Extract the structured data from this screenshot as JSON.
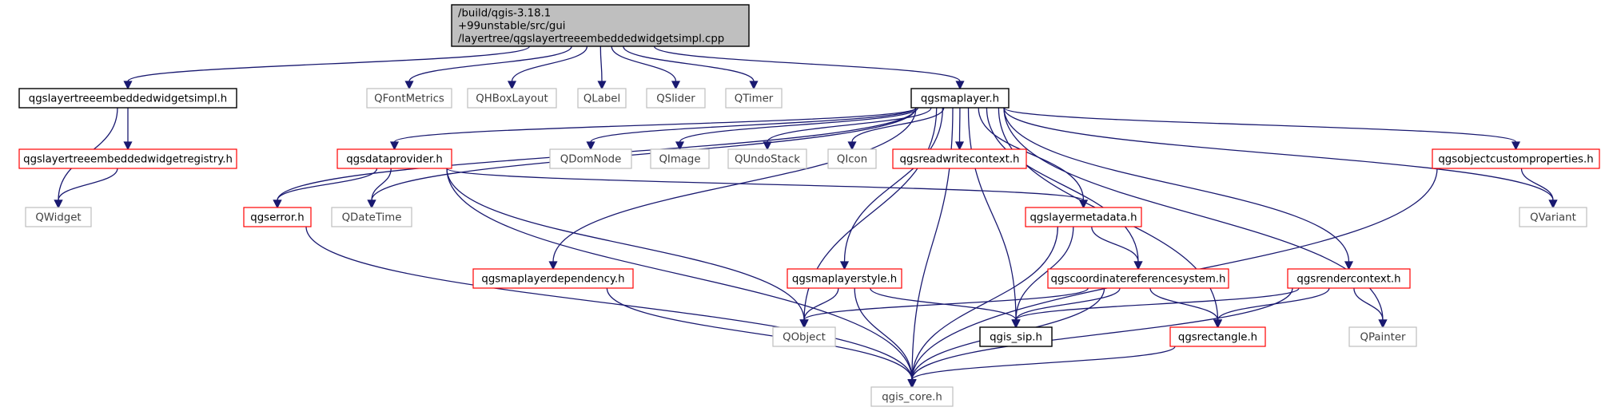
{
  "colors": {
    "edge": "#191970",
    "root_fill": "#bfbfbf",
    "border_black": "#000000",
    "border_red": "#ff0000",
    "border_gray": "#bfbfbf",
    "text_normal": "#000000",
    "text_gray": "#404040"
  },
  "nodes": [
    {
      "id": "root",
      "lines": [
        "/build/qgis-3.18.1",
        "+99unstable/src/gui",
        "/layertree/qgslayertreeembeddedwidgetsimpl.cpp"
      ],
      "style": "root"
    },
    {
      "id": "impl_h",
      "lines": [
        "qgslayertreeembeddedwidgetsimpl.h"
      ],
      "style": "black"
    },
    {
      "id": "QFontMetrics",
      "lines": [
        "QFontMetrics"
      ],
      "style": "gray"
    },
    {
      "id": "QHBoxLayout",
      "lines": [
        "QHBoxLayout"
      ],
      "style": "gray"
    },
    {
      "id": "QLabel",
      "lines": [
        "QLabel"
      ],
      "style": "gray"
    },
    {
      "id": "QSlider",
      "lines": [
        "QSlider"
      ],
      "style": "gray"
    },
    {
      "id": "QTimer",
      "lines": [
        "QTimer"
      ],
      "style": "gray"
    },
    {
      "id": "maplayer",
      "lines": [
        "qgsmaplayer.h"
      ],
      "style": "black"
    },
    {
      "id": "registry",
      "lines": [
        "qgslayertreeembeddedwidgetregistry.h"
      ],
      "style": "red"
    },
    {
      "id": "QWidget",
      "lines": [
        "QWidget"
      ],
      "style": "gray"
    },
    {
      "id": "dataprovider",
      "lines": [
        "qgsdataprovider.h"
      ],
      "style": "red"
    },
    {
      "id": "QDomNode",
      "lines": [
        "QDomNode"
      ],
      "style": "gray"
    },
    {
      "id": "QImage",
      "lines": [
        "QImage"
      ],
      "style": "gray"
    },
    {
      "id": "QUndoStack",
      "lines": [
        "QUndoStack"
      ],
      "style": "gray"
    },
    {
      "id": "QIcon",
      "lines": [
        "QIcon"
      ],
      "style": "gray"
    },
    {
      "id": "readwrite",
      "lines": [
        "qgsreadwritecontext.h"
      ],
      "style": "red"
    },
    {
      "id": "objprops",
      "lines": [
        "qgsobjectcustomproperties.h"
      ],
      "style": "red"
    },
    {
      "id": "error",
      "lines": [
        "qgserror.h"
      ],
      "style": "red"
    },
    {
      "id": "QDateTime",
      "lines": [
        "QDateTime"
      ],
      "style": "gray"
    },
    {
      "id": "metadata",
      "lines": [
        "qgslayermetadata.h"
      ],
      "style": "red"
    },
    {
      "id": "QVariant",
      "lines": [
        "QVariant"
      ],
      "style": "gray"
    },
    {
      "id": "dependency",
      "lines": [
        "qgsmaplayerdependency.h"
      ],
      "style": "red"
    },
    {
      "id": "style",
      "lines": [
        "qgsmaplayerstyle.h"
      ],
      "style": "red"
    },
    {
      "id": "crs",
      "lines": [
        "qgscoordinatereferencesystem.h"
      ],
      "style": "red"
    },
    {
      "id": "rendercontext",
      "lines": [
        "qgsrendercontext.h"
      ],
      "style": "red"
    },
    {
      "id": "QObject",
      "lines": [
        "QObject"
      ],
      "style": "gray"
    },
    {
      "id": "sip",
      "lines": [
        "qgis_sip.h"
      ],
      "style": "black"
    },
    {
      "id": "rectangle",
      "lines": [
        "qgsrectangle.h"
      ],
      "style": "red"
    },
    {
      "id": "QPainter",
      "lines": [
        "QPainter"
      ],
      "style": "gray"
    },
    {
      "id": "core",
      "lines": [
        "qgis_core.h"
      ],
      "style": "gray"
    }
  ],
  "edges": [
    [
      "root",
      "impl_h"
    ],
    [
      "root",
      "QFontMetrics"
    ],
    [
      "root",
      "QHBoxLayout"
    ],
    [
      "root",
      "QLabel"
    ],
    [
      "root",
      "QSlider"
    ],
    [
      "root",
      "QTimer"
    ],
    [
      "root",
      "maplayer"
    ],
    [
      "impl_h",
      "registry"
    ],
    [
      "impl_h",
      "QWidget"
    ],
    [
      "registry",
      "QWidget"
    ],
    [
      "maplayer",
      "dataprovider"
    ],
    [
      "maplayer",
      "error"
    ],
    [
      "maplayer",
      "QDateTime"
    ],
    [
      "maplayer",
      "dependency"
    ],
    [
      "maplayer",
      "QObject"
    ],
    [
      "maplayer",
      "QDomNode"
    ],
    [
      "maplayer",
      "QImage"
    ],
    [
      "maplayer",
      "QUndoStack"
    ],
    [
      "maplayer",
      "QIcon"
    ],
    [
      "maplayer",
      "readwrite"
    ],
    [
      "maplayer",
      "core"
    ],
    [
      "maplayer",
      "style"
    ],
    [
      "maplayer",
      "metadata"
    ],
    [
      "maplayer",
      "sip"
    ],
    [
      "maplayer",
      "crs"
    ],
    [
      "maplayer",
      "rectangle"
    ],
    [
      "maplayer",
      "rendercontext"
    ],
    [
      "maplayer",
      "QPainter"
    ],
    [
      "maplayer",
      "objprops"
    ],
    [
      "maplayer",
      "QVariant"
    ],
    [
      "dataprovider",
      "error"
    ],
    [
      "dataprovider",
      "QDateTime"
    ],
    [
      "dataprovider",
      "metadata"
    ],
    [
      "dataprovider",
      "QObject"
    ],
    [
      "dataprovider",
      "core"
    ],
    [
      "error",
      "core"
    ],
    [
      "metadata",
      "crs"
    ],
    [
      "metadata",
      "sip"
    ],
    [
      "metadata",
      "core"
    ],
    [
      "dependency",
      "core"
    ],
    [
      "style",
      "QObject"
    ],
    [
      "style",
      "sip"
    ],
    [
      "style",
      "core"
    ],
    [
      "crs",
      "QObject"
    ],
    [
      "crs",
      "sip"
    ],
    [
      "crs",
      "rectangle"
    ],
    [
      "crs",
      "core"
    ],
    [
      "rendercontext",
      "sip"
    ],
    [
      "rendercontext",
      "rectangle"
    ],
    [
      "rendercontext",
      "QPainter"
    ],
    [
      "rendercontext",
      "core"
    ],
    [
      "rectangle",
      "core"
    ],
    [
      "objprops",
      "QVariant"
    ],
    [
      "objprops",
      "core"
    ]
  ]
}
